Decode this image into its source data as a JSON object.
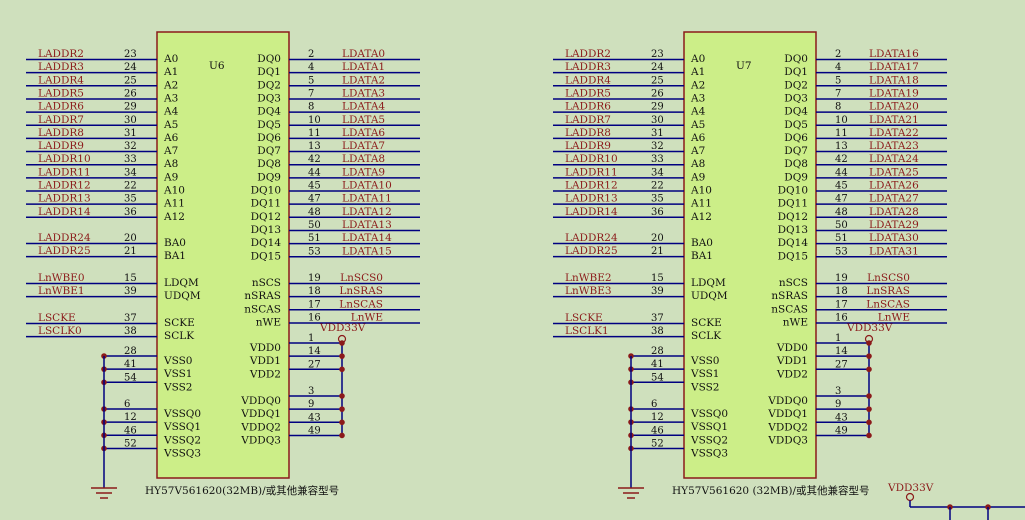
{
  "colors": {
    "background": "#cfe0bd",
    "chip_fill": "#ccee88",
    "chip_stroke": "#8b1a1a",
    "wire": "#000080",
    "net_label": "#8b1a1a",
    "junction": "#8b1a1a"
  },
  "chips": [
    {
      "ref": "U6",
      "part": "HY57V561620(32MB)/或其他兼容型号",
      "power_label": "VDD33V",
      "left_pins": [
        {
          "net": "LADDR2",
          "num": "23",
          "name": "A0"
        },
        {
          "net": "LADDR3",
          "num": "24",
          "name": "A1"
        },
        {
          "net": "LADDR4",
          "num": "25",
          "name": "A2"
        },
        {
          "net": "LADDR5",
          "num": "26",
          "name": "A3"
        },
        {
          "net": "LADDR6",
          "num": "29",
          "name": "A4"
        },
        {
          "net": "LADDR7",
          "num": "30",
          "name": "A5"
        },
        {
          "net": "LADDR8",
          "num": "31",
          "name": "A6"
        },
        {
          "net": "LADDR9",
          "num": "32",
          "name": "A7"
        },
        {
          "net": "LADDR10",
          "num": "33",
          "name": "A8"
        },
        {
          "net": "LADDR11",
          "num": "34",
          "name": "A9"
        },
        {
          "net": "LADDR12",
          "num": "22",
          "name": "A10"
        },
        {
          "net": "LADDR13",
          "num": "35",
          "name": "A11"
        },
        {
          "net": "LADDR14",
          "num": "36",
          "name": "A12"
        },
        {
          "net": "LADDR24",
          "num": "20",
          "name": "BA0"
        },
        {
          "net": "LADDR25",
          "num": "21",
          "name": "BA1"
        },
        {
          "net": "LnWBE0",
          "num": "15",
          "name": "LDQM"
        },
        {
          "net": "LnWBE1",
          "num": "39",
          "name": "UDQM"
        },
        {
          "net": "LSCKE",
          "num": "37",
          "name": "SCKE"
        },
        {
          "net": "LSCLK0",
          "num": "38",
          "name": "SCLK"
        }
      ],
      "gnd_pins": [
        {
          "num": "28",
          "name": "VSS0"
        },
        {
          "num": "41",
          "name": "VSS1"
        },
        {
          "num": "54",
          "name": "VSS2"
        },
        {
          "num": "6",
          "name": "VSSQ0"
        },
        {
          "num": "12",
          "name": "VSSQ1"
        },
        {
          "num": "46",
          "name": "VSSQ2"
        },
        {
          "num": "52",
          "name": "VSSQ3"
        }
      ],
      "right_pins": [
        {
          "name": "DQ0",
          "num": "2",
          "net": "LDATA0"
        },
        {
          "name": "DQ1",
          "num": "4",
          "net": "LDATA1"
        },
        {
          "name": "DQ2",
          "num": "5",
          "net": "LDATA2"
        },
        {
          "name": "DQ3",
          "num": "7",
          "net": "LDATA3"
        },
        {
          "name": "DQ4",
          "num": "8",
          "net": "LDATA4"
        },
        {
          "name": "DQ5",
          "num": "10",
          "net": "LDATA5"
        },
        {
          "name": "DQ6",
          "num": "11",
          "net": "LDATA6"
        },
        {
          "name": "DQ7",
          "num": "13",
          "net": "LDATA7"
        },
        {
          "name": "DQ8",
          "num": "42",
          "net": "LDATA8"
        },
        {
          "name": "DQ9",
          "num": "44",
          "net": "LDATA9"
        },
        {
          "name": "DQ10",
          "num": "45",
          "net": "LDATA10"
        },
        {
          "name": "DQ11",
          "num": "47",
          "net": "LDATA11"
        },
        {
          "name": "DQ12",
          "num": "48",
          "net": "LDATA12"
        },
        {
          "name": "DQ13",
          "num": "50",
          "net": "LDATA13"
        },
        {
          "name": "DQ14",
          "num": "51",
          "net": "LDATA14"
        },
        {
          "name": "DQ15",
          "num": "53",
          "net": "LDATA15"
        },
        {
          "name": "nSCS",
          "num": "19",
          "net": "LnSCS0"
        },
        {
          "name": "nSRAS",
          "num": "18",
          "net": "LnSRAS"
        },
        {
          "name": "nSCAS",
          "num": "17",
          "net": "LnSCAS"
        },
        {
          "name": "nWE",
          "num": "16",
          "net": "LnWE"
        }
      ],
      "vdd_pins": [
        {
          "name": "VDD0",
          "num": "1"
        },
        {
          "name": "VDD1",
          "num": "14"
        },
        {
          "name": "VDD2",
          "num": "27"
        },
        {
          "name": "VDDQ0",
          "num": "3"
        },
        {
          "name": "VDDQ1",
          "num": "9"
        },
        {
          "name": "VDDQ2",
          "num": "43"
        },
        {
          "name": "VDDQ3",
          "num": "49"
        }
      ]
    },
    {
      "ref": "U7",
      "part": "HY57V561620 (32MB)/或其他兼容型号",
      "power_label": "VDD33V",
      "left_pins": [
        {
          "net": "LADDR2",
          "num": "23",
          "name": "A0"
        },
        {
          "net": "LADDR3",
          "num": "24",
          "name": "A1"
        },
        {
          "net": "LADDR4",
          "num": "25",
          "name": "A2"
        },
        {
          "net": "LADDR5",
          "num": "26",
          "name": "A3"
        },
        {
          "net": "LADDR6",
          "num": "29",
          "name": "A4"
        },
        {
          "net": "LADDR7",
          "num": "30",
          "name": "A5"
        },
        {
          "net": "LADDR8",
          "num": "31",
          "name": "A6"
        },
        {
          "net": "LADDR9",
          "num": "32",
          "name": "A7"
        },
        {
          "net": "LADDR10",
          "num": "33",
          "name": "A8"
        },
        {
          "net": "LADDR11",
          "num": "34",
          "name": "A9"
        },
        {
          "net": "LADDR12",
          "num": "22",
          "name": "A10"
        },
        {
          "net": "LADDR13",
          "num": "35",
          "name": "A11"
        },
        {
          "net": "LADDR14",
          "num": "36",
          "name": "A12"
        },
        {
          "net": "LADDR24",
          "num": "20",
          "name": "BA0"
        },
        {
          "net": "LADDR25",
          "num": "21",
          "name": "BA1"
        },
        {
          "net": "LnWBE2",
          "num": "15",
          "name": "LDQM"
        },
        {
          "net": "LnWBE3",
          "num": "39",
          "name": "UDQM"
        },
        {
          "net": "LSCKE",
          "num": "37",
          "name": "SCKE"
        },
        {
          "net": "LSCLK1",
          "num": "38",
          "name": "SCLK"
        }
      ],
      "gnd_pins": [
        {
          "num": "28",
          "name": "VSS0"
        },
        {
          "num": "41",
          "name": "VSS1"
        },
        {
          "num": "54",
          "name": "VSS2"
        },
        {
          "num": "6",
          "name": "VSSQ0"
        },
        {
          "num": "12",
          "name": "VSSQ1"
        },
        {
          "num": "46",
          "name": "VSSQ2"
        },
        {
          "num": "52",
          "name": "VSSQ3"
        }
      ],
      "right_pins": [
        {
          "name": "DQ0",
          "num": "2",
          "net": "LDATA16"
        },
        {
          "name": "DQ1",
          "num": "4",
          "net": "LDATA17"
        },
        {
          "name": "DQ2",
          "num": "5",
          "net": "LDATA18"
        },
        {
          "name": "DQ3",
          "num": "7",
          "net": "LDATA19"
        },
        {
          "name": "DQ4",
          "num": "8",
          "net": "LDATA20"
        },
        {
          "name": "DQ5",
          "num": "10",
          "net": "LDATA21"
        },
        {
          "name": "DQ6",
          "num": "11",
          "net": "LDATA22"
        },
        {
          "name": "DQ7",
          "num": "13",
          "net": "LDATA23"
        },
        {
          "name": "DQ8",
          "num": "42",
          "net": "LDATA24"
        },
        {
          "name": "DQ9",
          "num": "44",
          "net": "LDATA25"
        },
        {
          "name": "DQ10",
          "num": "45",
          "net": "LDATA26"
        },
        {
          "name": "DQ11",
          "num": "47",
          "net": "LDATA27"
        },
        {
          "name": "DQ12",
          "num": "48",
          "net": "LDATA28"
        },
        {
          "name": "DQ13",
          "num": "50",
          "net": "LDATA29"
        },
        {
          "name": "DQ14",
          "num": "51",
          "net": "LDATA30"
        },
        {
          "name": "DQ15",
          "num": "53",
          "net": "LDATA31"
        },
        {
          "name": "nSCS",
          "num": "19",
          "net": "LnSCS0"
        },
        {
          "name": "nSRAS",
          "num": "18",
          "net": "LnSRAS"
        },
        {
          "name": "nSCAS",
          "num": "17",
          "net": "LnSCAS"
        },
        {
          "name": "nWE",
          "num": "16",
          "net": "LnWE"
        }
      ],
      "vdd_pins": [
        {
          "name": "VDD0",
          "num": "1"
        },
        {
          "name": "VDD1",
          "num": "14"
        },
        {
          "name": "VDD2",
          "num": "27"
        },
        {
          "name": "VDDQ0",
          "num": "3"
        },
        {
          "name": "VDDQ1",
          "num": "9"
        },
        {
          "name": "VDDQ2",
          "num": "43"
        },
        {
          "name": "VDDQ3",
          "num": "49"
        }
      ]
    }
  ],
  "bottom_power_label": "VDD33V"
}
